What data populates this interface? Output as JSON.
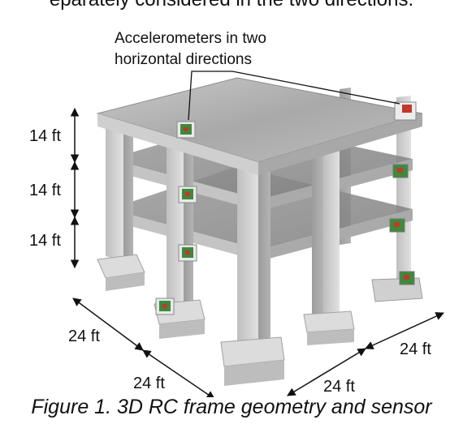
{
  "top_caption": "eparately considered in the two directions.",
  "annotation": {
    "line1": "Accelerometers in two",
    "line2": "horizontal directions"
  },
  "story_heights": [
    "14 ft",
    "14 ft",
    "14 ft"
  ],
  "bay_widths": {
    "left_front": "24 ft",
    "left_back": "24 ft",
    "right_front": "24 ft",
    "right_back": "24 ft"
  },
  "figure_caption": "Figure 1. 3D RC frame geometry and sensor",
  "colors": {
    "concrete_light": "#d6d6d6",
    "concrete_mid": "#b9b9b9",
    "concrete_dark": "#8a8a8a",
    "sensor_board": "#3c8a3c",
    "sensor_chip": "#c0392b"
  }
}
